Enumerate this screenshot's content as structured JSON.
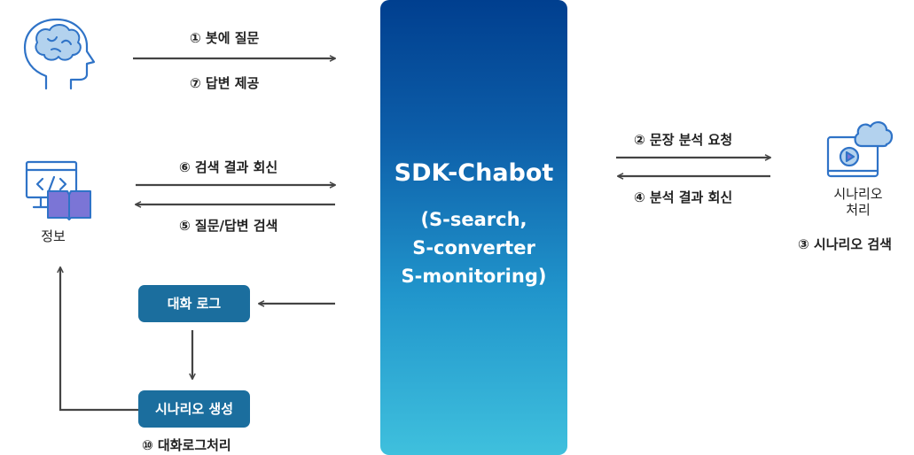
{
  "panel": {
    "title": "SDK-Chabot",
    "sub": [
      "(S-search,",
      "S-converter",
      "S-monitoring)"
    ]
  },
  "labels": {
    "s1": "① 봇에 질문",
    "s7": "⑦ 답변 제공",
    "s6": "⑥ 검색 결과 회신",
    "s5": "⑤ 질문/답변 검색",
    "s2": "② 문장 분석 요청",
    "s4": "④ 분석 결과 회신",
    "s3": "③ 시나리오 검색",
    "s10": "⑩ 대화로그처리"
  },
  "nodes": {
    "info": "정보",
    "scenario_line1": "시나리오",
    "scenario_line2": "처리",
    "log_box": "대화 로그",
    "gen_box": "시나리오 생성"
  },
  "colors": {
    "panel_top": "#003f8f",
    "panel_bottom": "#3fc0dd",
    "box": "#1b6e9e",
    "icon_stroke": "#2f73c7",
    "icon_fill": "#b3d2ee",
    "book_fill": "#7b75d6",
    "arrow": "#444444"
  },
  "icons": [
    "head-brain-icon",
    "code-book-icon",
    "cloud-video-icon"
  ]
}
